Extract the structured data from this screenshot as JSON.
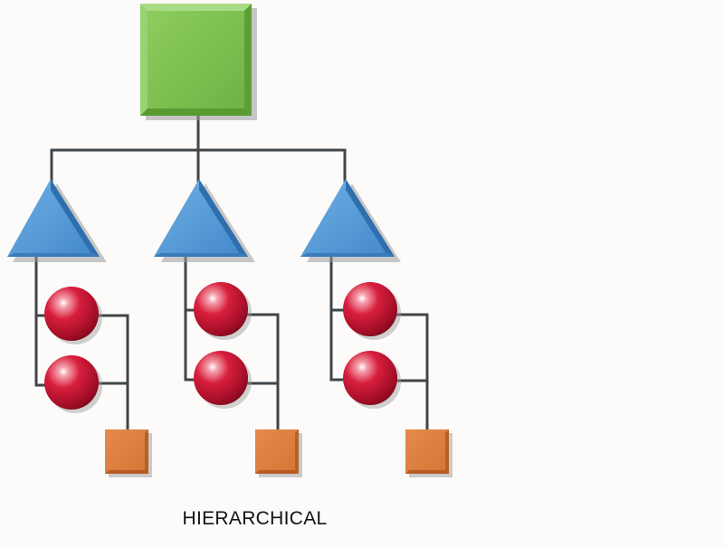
{
  "diagram": {
    "caption": "HIERARCHICAL",
    "colors": {
      "background": "#fcfbfa",
      "connector": "#3f4549",
      "root_square": "#7cc04f",
      "triangle": "#4b97d6",
      "sphere": "#d01c3a",
      "leaf_square": "#df8040"
    },
    "nodes": {
      "root": {
        "shape": "square",
        "icon": "green-square"
      },
      "branches": [
        {
          "shape": "triangle",
          "icon": "blue-triangle",
          "children": [
            "red-sphere",
            "red-sphere"
          ],
          "leaf": "orange-square"
        },
        {
          "shape": "triangle",
          "icon": "blue-triangle",
          "children": [
            "red-sphere",
            "red-sphere"
          ],
          "leaf": "orange-square"
        },
        {
          "shape": "triangle",
          "icon": "blue-triangle",
          "children": [
            "red-sphere",
            "red-sphere"
          ],
          "leaf": "orange-square"
        }
      ]
    }
  }
}
